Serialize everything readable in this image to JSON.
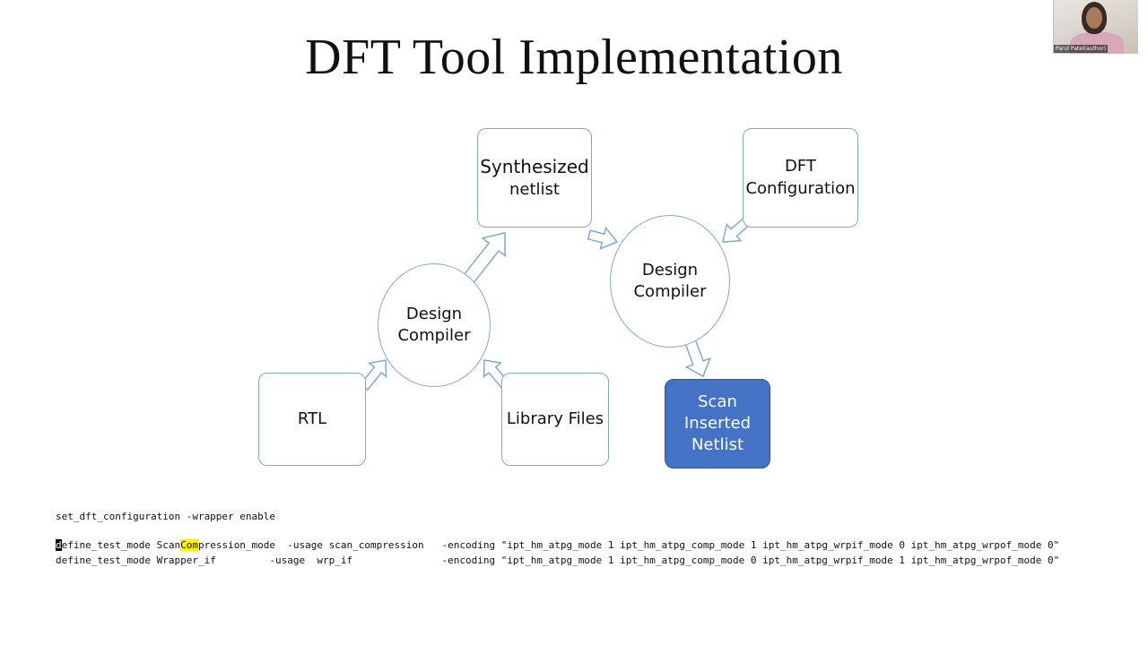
{
  "title": "DFT Tool Implementation",
  "diagram": {
    "nodes": {
      "rtl": [
        "RTL"
      ],
      "library_files": [
        "Library Files"
      ],
      "design_compiler_1": [
        "Design",
        "Compiler"
      ],
      "synthesized_netlist": [
        "Synthesized",
        "netlist"
      ],
      "dft_configuration": [
        "DFT",
        "Configuration"
      ],
      "design_compiler_2": [
        "Design",
        "Compiler"
      ],
      "scan_inserted_netlist": [
        "Scan",
        "Inserted",
        "Netlist"
      ]
    },
    "colors": {
      "border": "#7ea9cf",
      "arrow_fill": "#ffffff",
      "filled_box": "#4472c4"
    }
  },
  "code": {
    "line1": "set_dft_configuration -wrapper enable",
    "line2": {
      "cursor": "d",
      "pre": "efine_test_mode Scan",
      "highlight": "Com",
      "post": "pression_mode  -usage scan_compression   -encoding \"ipt_hm_atpg_mode 1 ipt_hm_atpg_comp_mode 1 ipt_hm_atpg_wrpif_mode 0 ipt_hm_atpg_wrpof_mode 0\""
    },
    "line3": "define_test_mode Wrapper_if         -usage  wrp_if               -encoding \"ipt_hm_atpg_mode 1 ipt_hm_atpg_comp_mode 0 ipt_hm_atpg_wrpif_mode 1 ipt_hm_atpg_wrpof_mode 0\""
  },
  "webcam": {
    "name": "Parul Patel(author)"
  }
}
